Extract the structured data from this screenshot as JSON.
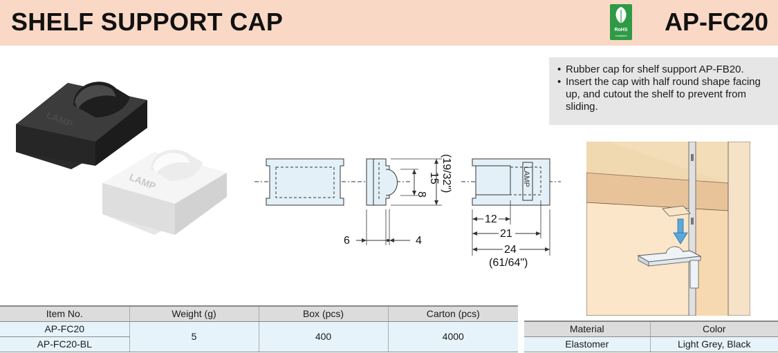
{
  "header": {
    "title": "SHELF SUPPORT CAP",
    "code": "AP-FC20",
    "rohs_label": "RoHS",
    "rohs_sub": "compliant"
  },
  "description": {
    "items": [
      "Rubber cap for shelf support AP-FB20.",
      "Insert the cap with half round shape facing up, and cutout the shelf to prevent from sliding."
    ]
  },
  "photo": {
    "emboss_text_black": "LAMP",
    "emboss_text_white": "LAMP"
  },
  "drawing": {
    "dim_height": "15",
    "dim_height_inch": "(19/32\")",
    "dim_bump": "8",
    "dim_6": "6",
    "dim_4": "4",
    "dim_12": "12",
    "dim_21": "21",
    "dim_24": "24",
    "dim_24_inch": "(61/64\")",
    "emboss": "LAMP"
  },
  "spec_table": {
    "headers": [
      "Item No.",
      "Weight (g)",
      "Box (pcs)",
      "Carton (pcs)"
    ],
    "items": [
      "AP-FC20",
      "AP-FC20-BL"
    ],
    "weight": "5",
    "box": "400",
    "carton": "4000"
  },
  "material_table": {
    "headers": [
      "Material",
      "Color"
    ],
    "material": "Elastomer",
    "color": "Light Grey, Black"
  },
  "colors": {
    "header_bg": "#f9d9c6",
    "desc_bg": "#e6e6e6",
    "table_cell_bg": "#e6f3fb",
    "rohs_green": "#2f9a45",
    "drawing_fill": "#e3f0f8"
  }
}
